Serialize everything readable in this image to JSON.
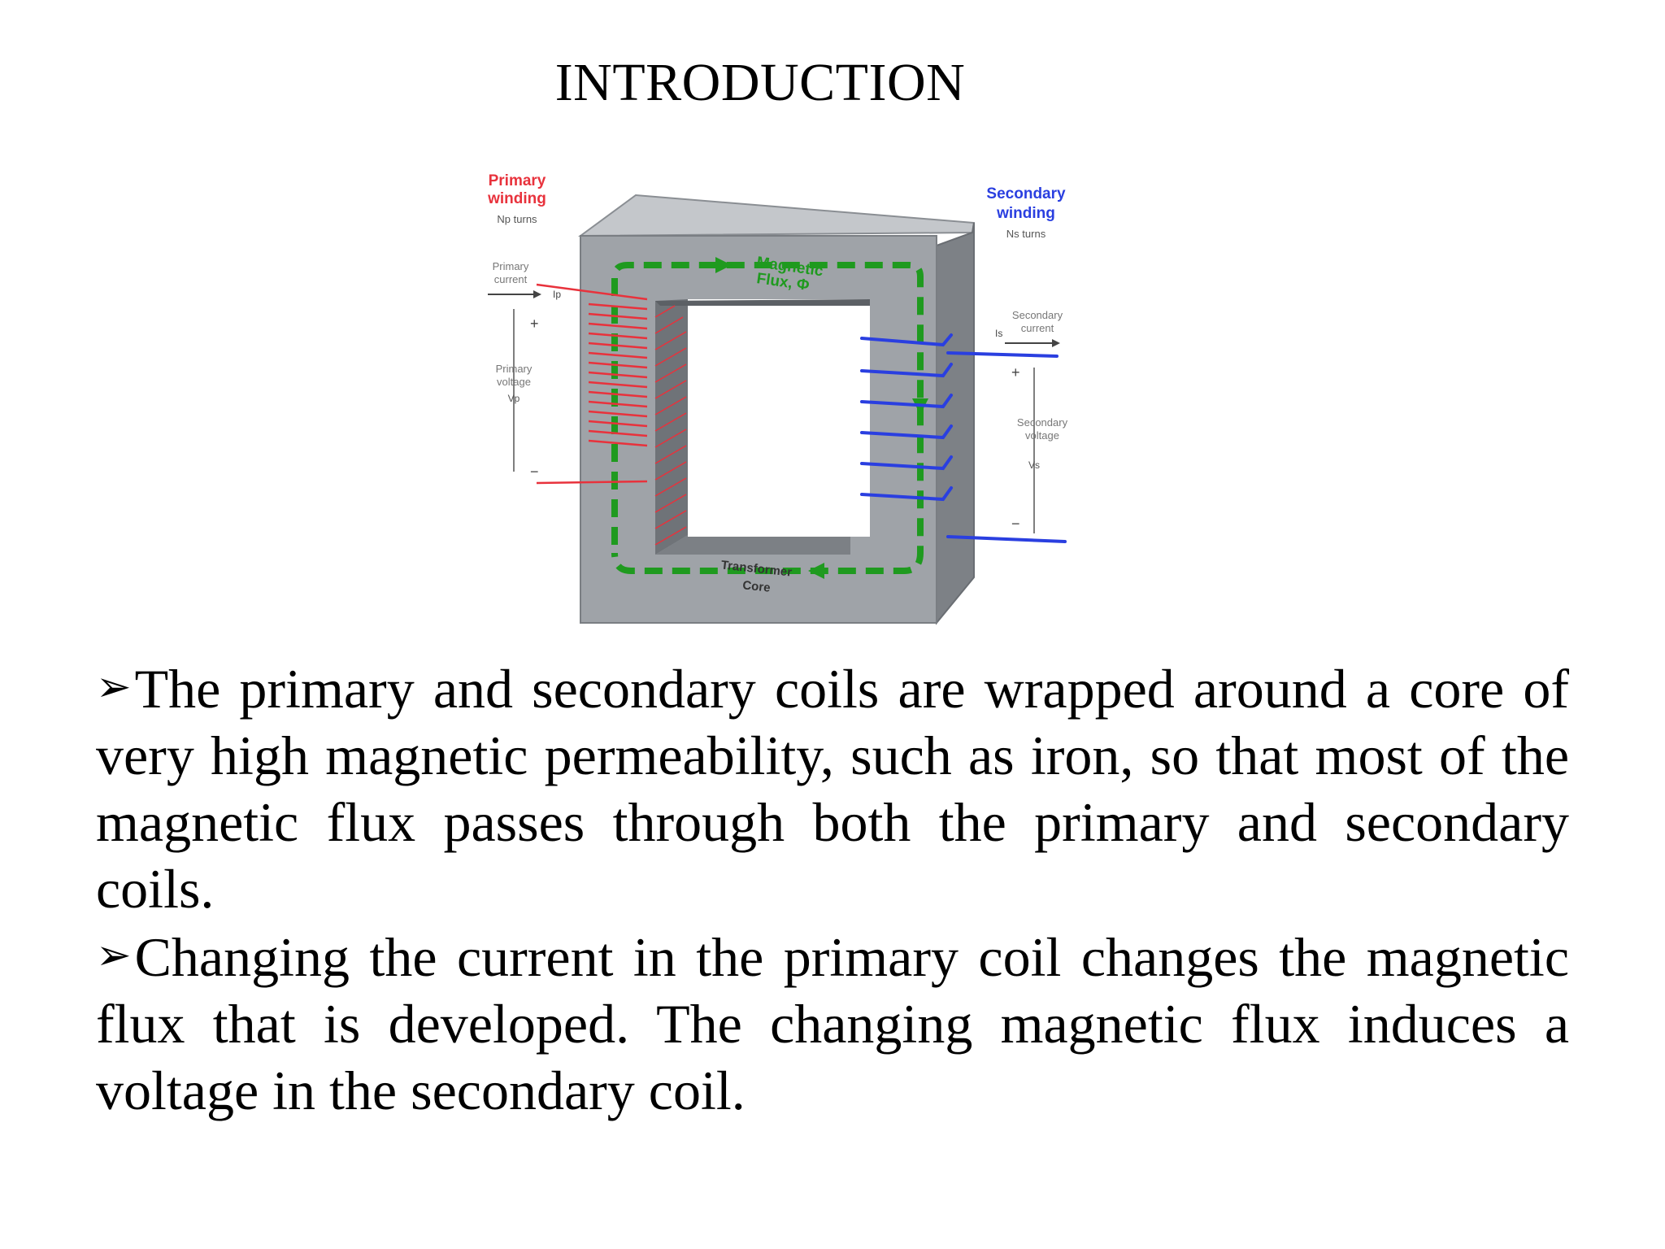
{
  "slide": {
    "title": "INTRODUCTION",
    "bullet_glyph": "➢",
    "paragraphs": [
      "The primary and secondary coils are wrapped around a core of very high magnetic permeability, such as iron, so that most of the magnetic flux passes through both the primary and secondary coils.",
      "Changing the current in the primary coil changes the magnetic flux that is developed. The changing magnetic flux induces a voltage in the secondary coil."
    ]
  },
  "figure": {
    "primary_winding_line1": "Primary",
    "primary_winding_line2": "winding",
    "primary_turns": "Np turns",
    "primary_current_line1": "Primary",
    "primary_current_line2": "current",
    "primary_current_symbol": "Ip",
    "primary_voltage_line1": "Primary",
    "primary_voltage_line2": "voltage",
    "primary_voltage_symbol": "Vp",
    "secondary_winding_line1": "Secondary",
    "secondary_winding_line2": "winding",
    "secondary_turns": "Ns turns",
    "secondary_current_line1": "Secondary",
    "secondary_current_line2": "current",
    "secondary_current_symbol": "Is",
    "secondary_voltage_line1": "Secondary",
    "secondary_voltage_line2": "voltage",
    "secondary_voltage_symbol": "Vs",
    "flux_line1": "Magnetic",
    "flux_line2": "Flux, Φ",
    "core_line1": "Transformer",
    "core_line2": "Core",
    "plus": "+",
    "minus": "−",
    "colors": {
      "primary": "#e8323c",
      "secondary": "#2a3fe0",
      "flux": "#1f9a1f",
      "core_front": "#9fa3a8",
      "core_top": "#c4c7cb",
      "core_side": "#7d8186",
      "core_inner": "#6f7378"
    }
  }
}
